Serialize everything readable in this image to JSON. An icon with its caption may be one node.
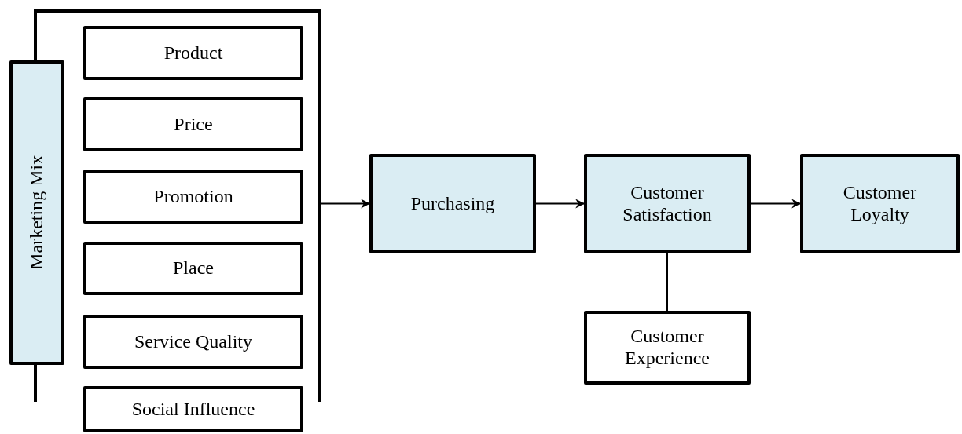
{
  "diagram": {
    "nodes": [
      {
        "text": [],
        "shape": "bracket"
      },
      {
        "text": [
          "Marketing Mix"
        ]
      },
      {
        "text": [
          "Product"
        ],
        "in": 0
      },
      {
        "text": [
          "Price"
        ],
        "in": 0
      },
      {
        "text": [
          "Promotion"
        ],
        "in": 0
      },
      {
        "text": [
          "Place"
        ],
        "in": 0
      },
      {
        "text": [
          "Service Quality"
        ],
        "in": 0
      },
      {
        "text": [
          "Social Influence"
        ]
      },
      {
        "text": [
          "Purchasing"
        ]
      },
      {
        "text": [
          "Customer Satisfaction"
        ]
      },
      {
        "text": [
          "Customer Loyalty"
        ]
      },
      {
        "text": [
          "Customer Experience"
        ]
      }
    ],
    "edges": [
      {
        "from": 0,
        "to": 8,
        "arrow": "to"
      },
      {
        "from": 8,
        "to": 9,
        "arrow": "to"
      },
      {
        "from": 9,
        "to": 10,
        "arrow": "to"
      },
      {
        "from": 9,
        "to": 11,
        "arrow": "none"
      }
    ]
  }
}
